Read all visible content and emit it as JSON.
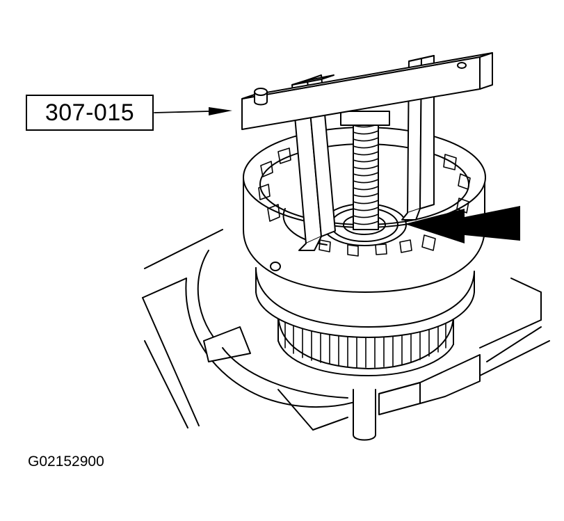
{
  "callout": {
    "label": "307-015"
  },
  "figure": {
    "id": "G02152900"
  },
  "colors": {
    "ink": "#000000",
    "paper": "#ffffff"
  },
  "icons": {
    "arrow": "arrow-right",
    "pointer": "large-solid-arrow-left"
  }
}
